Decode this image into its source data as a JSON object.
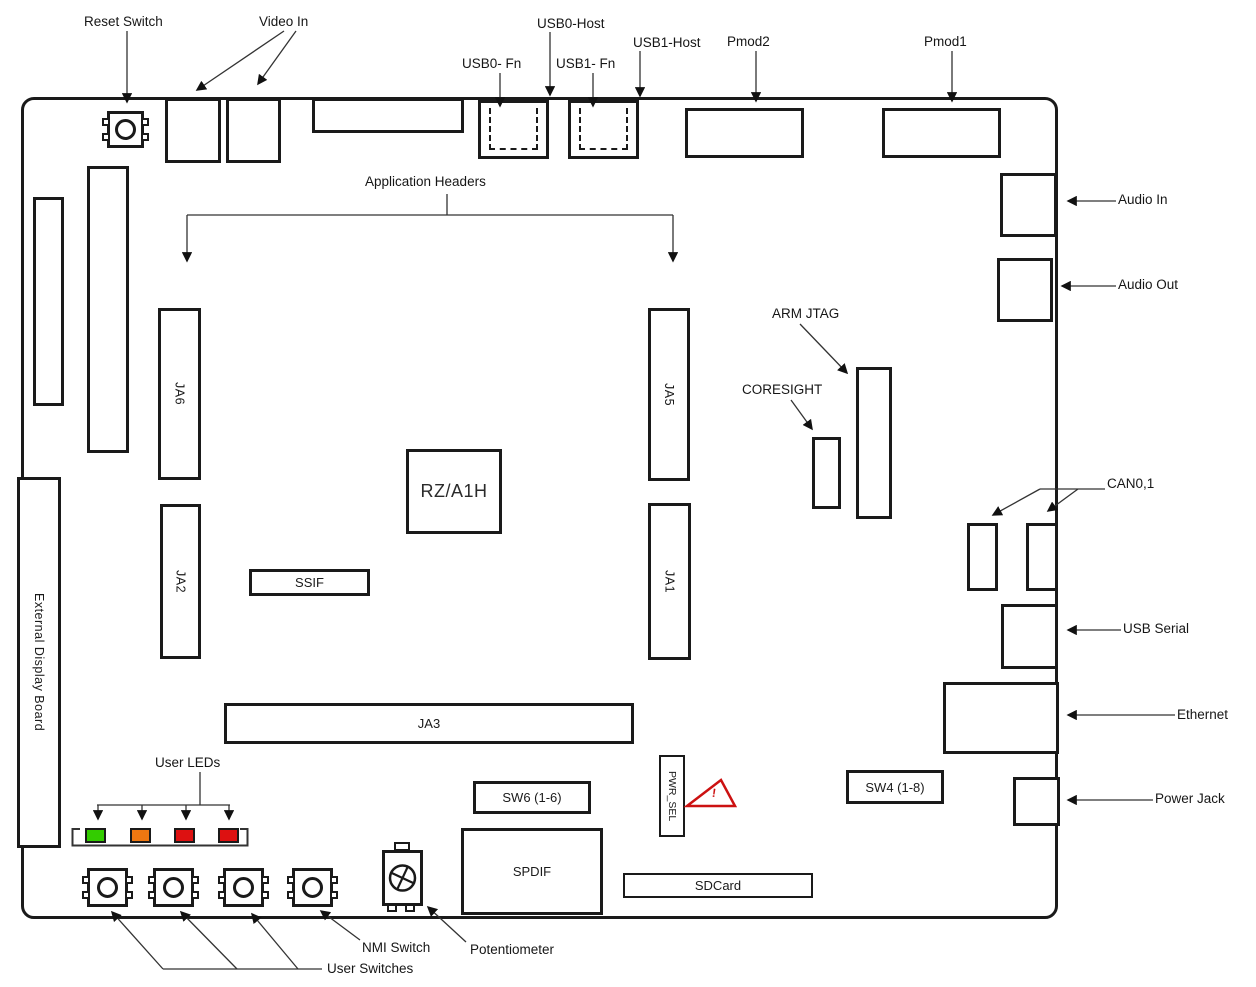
{
  "labels": {
    "reset_switch": "Reset Switch",
    "video_in": "Video In",
    "usb0_host": "USB0-Host",
    "usb1_host": "USB1-Host",
    "usb0_fn": "USB0- Fn",
    "usb1_fn": "USB1- Fn",
    "pmod2": "Pmod2",
    "pmod1": "Pmod1",
    "application_headers": "Application Headers",
    "arm_jtag": "ARM JTAG",
    "coresight": "CORESIGHT",
    "audio_in": "Audio In",
    "audio_out": "Audio Out",
    "can01": "CAN0,1",
    "usb_serial": "USB Serial",
    "ethernet": "Ethernet",
    "power_jack": "Power Jack",
    "user_leds": "User LEDs",
    "nmi_switch": "NMI Switch",
    "user_switches": "User Switches",
    "potentiometer": "Potentiometer"
  },
  "components": {
    "ja6": "JA6",
    "ja5": "JA5",
    "ja2": "JA2",
    "ja1": "JA1",
    "ja3": "JA3",
    "cpu": "RZ/A1H",
    "ssif": "SSIF",
    "spdif": "SPDIF",
    "sdcard": "SDCard",
    "sw6": "SW6 (1-6)",
    "sw4": "SW4 (1-8)",
    "pwr_sel": "PWR_SEL",
    "external_display_board": "External Display Board",
    "warning_mark": "!"
  },
  "colors": {
    "background": "#ffffff",
    "line": "#1a1a1a",
    "leader": "#333333",
    "led_green": "#33cc00",
    "led_orange": "#ee7711",
    "led_red": "#dd1111",
    "warning_red": "#cc1111"
  }
}
